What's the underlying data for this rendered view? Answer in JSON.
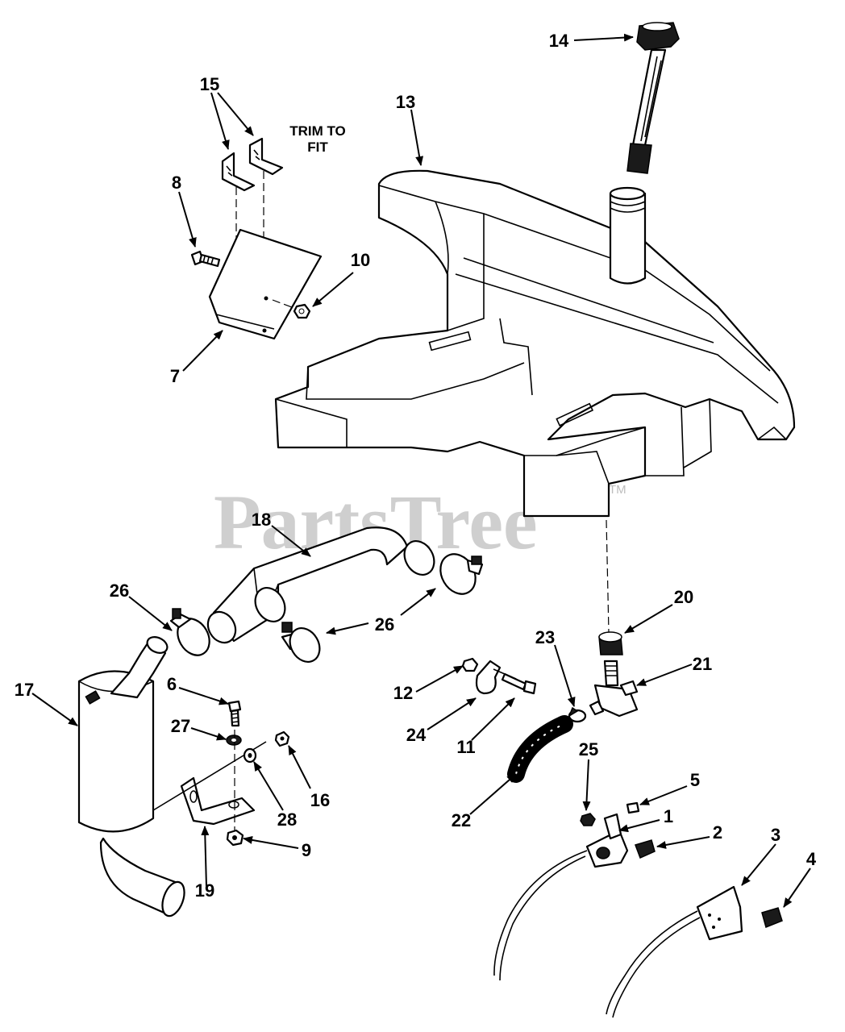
{
  "diagram": {
    "watermark": "PartsTree",
    "watermark_mark": "TM",
    "note": [
      "TRIM TO",
      "FIT"
    ],
    "callouts": [
      "1",
      "2",
      "3",
      "4",
      "5",
      "6",
      "7",
      "8",
      "9",
      "10",
      "11",
      "12",
      "13",
      "14",
      "15",
      "16",
      "17",
      "18",
      "19",
      "20",
      "21",
      "22",
      "23",
      "24",
      "25",
      "26",
      "27",
      "28"
    ],
    "parts": {
      "fuel_tank": "13",
      "fuel_gauge_cap": "14",
      "angle_brackets": "15",
      "mounting_bracket": "7",
      "muffler": "17",
      "exhaust_pipe": "18",
      "muffler_bracket": "19",
      "fuel_valve": "21",
      "fuel_hose": "22",
      "throttle_control": "1",
      "choke_control": "3"
    }
  }
}
